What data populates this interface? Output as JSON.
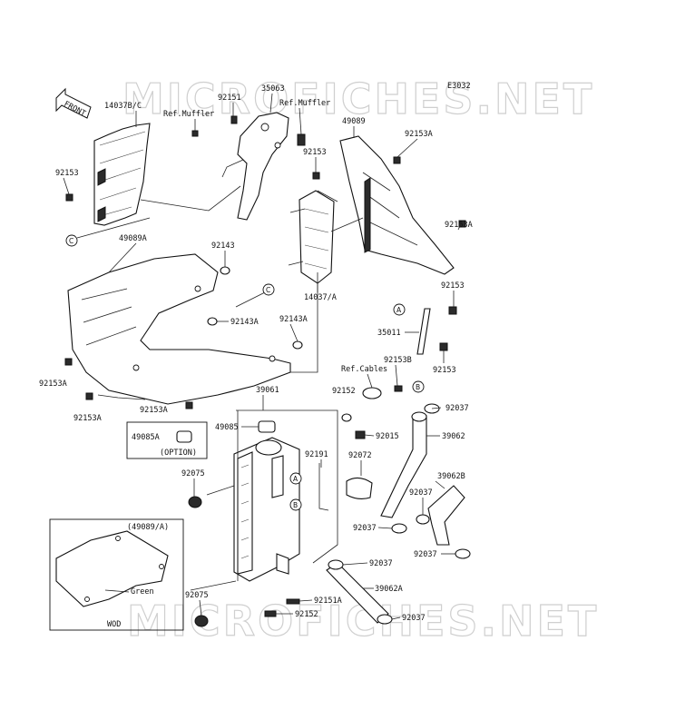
{
  "diagram": {
    "code": "E3032",
    "front_label": "FRONT",
    "watermarks": [
      "MICROFICHES.NET",
      "MICROFICHES.NET"
    ],
    "callouts": {
      "c_upper": "C",
      "c_mid": "C",
      "a_right": "A",
      "b_right": "B",
      "a_rad": "A",
      "b_rad": "B"
    },
    "labels": {
      "p14037bc": "14037B/C",
      "ref_muffler_1": "Ref.Muffler",
      "p92151": "92151",
      "p35063": "35063",
      "ref_muffler_2": "Ref.Muffler",
      "p49089": "49089",
      "p92153_left": "92153",
      "p92153_mid": "92153",
      "p92153a_top": "92153A",
      "p92153a_right": "92153A",
      "p49089a": "49089A",
      "p92143": "92143",
      "p92143a_1": "92143A",
      "p92143a_2": "92143A",
      "p14037a": "14037/A",
      "p92153_r1": "92153",
      "p35011": "35011",
      "p92153_r2": "92153",
      "p92153a_l1": "92153A",
      "p92153a_l2": "92153A",
      "p92153a_l3": "92153A",
      "p39061": "39061",
      "ref_cables": "Ref.Cables",
      "p92153b": "92153B",
      "p92152_top": "92152",
      "p92037_1": "92037",
      "p49085": "49085",
      "p92015": "92015",
      "p39062": "39062",
      "p49085a": "49085A",
      "option": "(OPTION)",
      "p92191": "92191",
      "p92072": "92072",
      "p92075_top": "92075",
      "p39062b": "39062B",
      "p92037_2": "92037",
      "p92037_3": "92037",
      "p92037_4": "92037",
      "p92037_5": "92037",
      "p39062a": "39062A",
      "p92075_bot": "92075",
      "p92151a": "92151A",
      "p92152_bot": "92152",
      "p92037_6": "92037",
      "inset_title": "(49089/A)",
      "inset_green": "Green",
      "inset_wod": "WOD"
    }
  }
}
